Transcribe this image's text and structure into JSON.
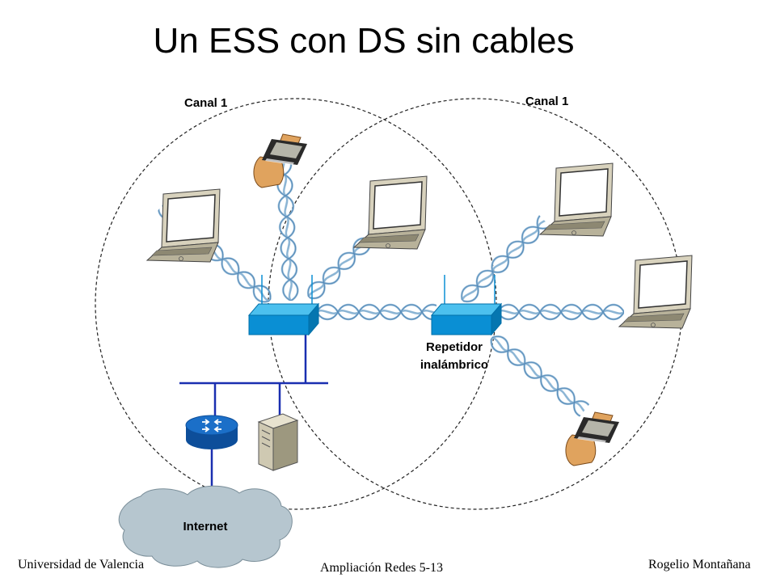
{
  "slide": {
    "title": "Un ESS con DS sin cables",
    "labels": {
      "canal_left": "Canal 1",
      "canal_right": "Canal 1",
      "repeater_line1": "Repetidor",
      "repeater_line2": "inalámbrico",
      "internet": "Internet"
    },
    "footer": {
      "left": "Universidad de Valencia",
      "center": "Ampliación Redes 5-13",
      "right": "Rogelio Montañana"
    }
  },
  "colors": {
    "wave": "#8ab4d4",
    "ap_front": "#0a8fd4",
    "ap_top": "#4cc0ee",
    "ethernet": "#1a2fb0",
    "router": "#1b6fc8",
    "cloud": "#b6c6cf",
    "laptop": "#b8b29a",
    "hand": "#e0a35e"
  },
  "icons": [
    "laptop-icon",
    "pda-icon",
    "access-point-icon",
    "router-icon",
    "server-icon",
    "cloud-icon"
  ]
}
